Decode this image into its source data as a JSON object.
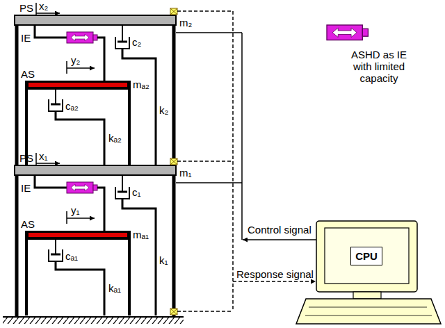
{
  "diagram": {
    "nodes": [
      {
        "text": [
          "CPU"
        ]
      }
    ],
    "labels": [
      "PS",
      "x₂",
      "m₂",
      "IE",
      "y₂",
      "AS",
      "mₐ₂",
      "cₐ₂",
      "kₐ₂",
      "c₂",
      "k₂",
      "PS",
      "x₁",
      "m₁",
      "IE",
      "y₁",
      "AS",
      "mₐ₁",
      "cₐ₁",
      "kₐ₁",
      "c₁",
      "k₁",
      "Control signal",
      "Response signal"
    ],
    "legend": [
      {
        "text": "ASHD as IE with limited capacity"
      }
    ]
  }
}
